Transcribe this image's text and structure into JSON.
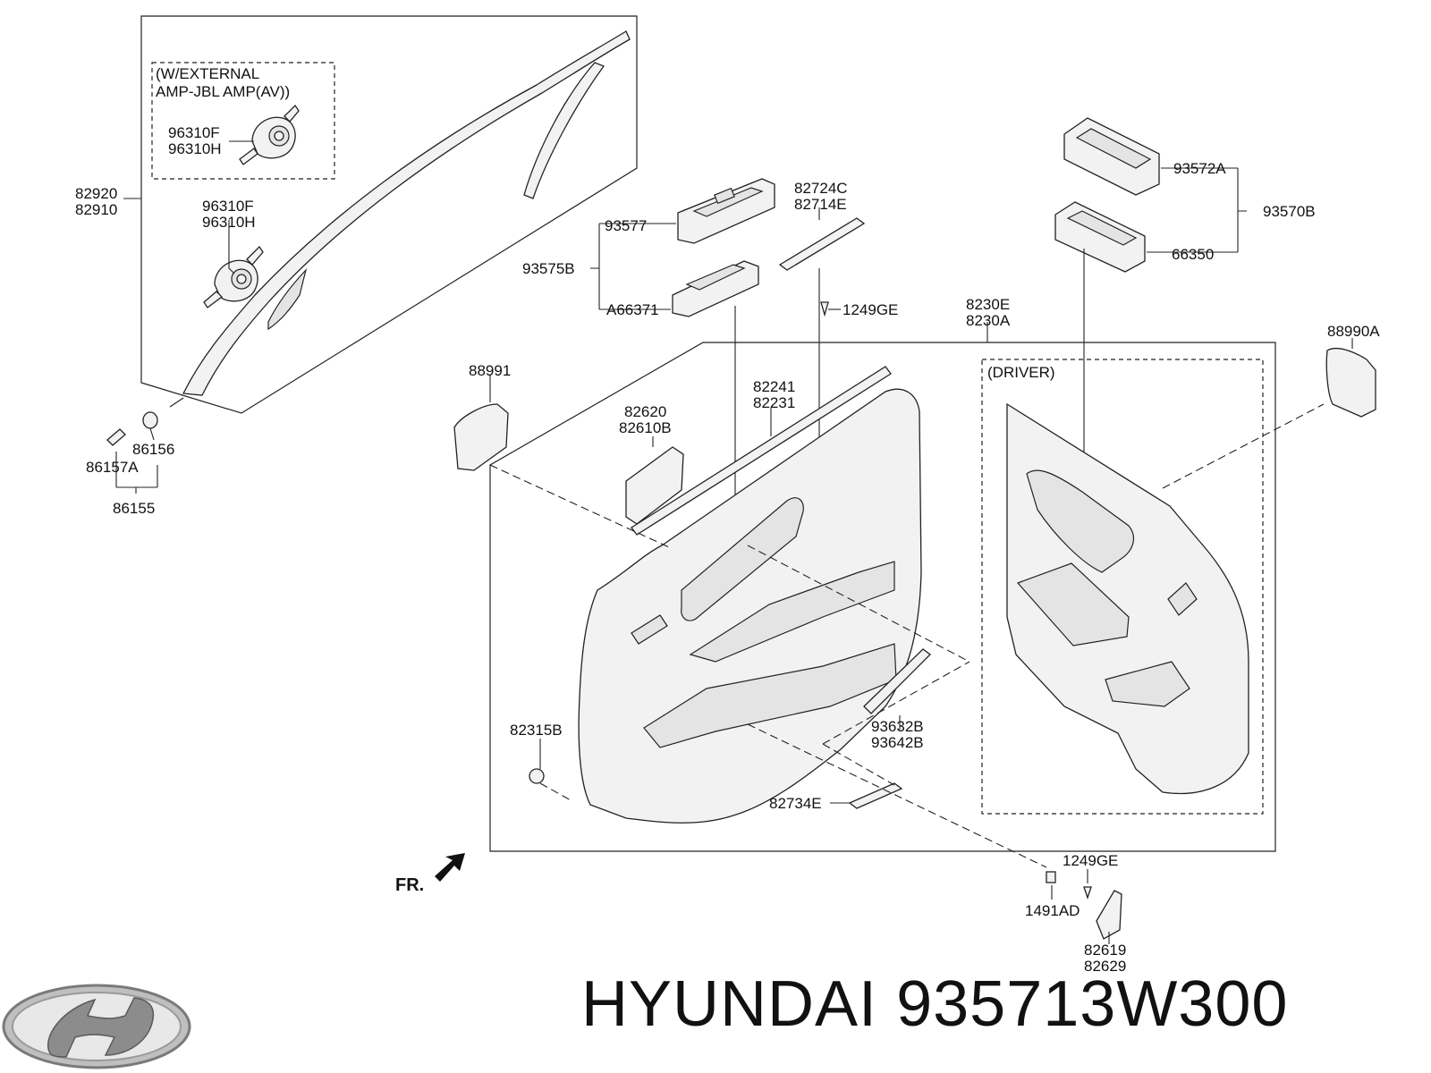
{
  "brand": {
    "name": "HYUNDAI",
    "part_number": "935713W300"
  },
  "insets": {
    "external_amp": [
      "(W/EXTERNAL",
      "AMP-JBL AMP(AV))"
    ],
    "driver": "(DRIVER)"
  },
  "direction_label": "FR.",
  "part_labels": {
    "p96310F_a": "96310F",
    "p96310H_a": "96310H",
    "p82920": "82920",
    "p82910": "82910",
    "p96310F_b": "96310F",
    "p96310H_b": "96310H",
    "p86156": "86156",
    "p86157A": "86157A",
    "p86155": "86155",
    "p93577": "93577",
    "p93575B": "93575B",
    "pA66371": "A66371",
    "p82724C": "82724C",
    "p82714E": "82714E",
    "p1249GE_a": "1249GE",
    "p93572A": "93572A",
    "p93570B": "93570B",
    "p66350": "66350",
    "p8230E": "8230E",
    "p8230A": "8230A",
    "p88990A": "88990A",
    "p88991": "88991",
    "p82241": "82241",
    "p82231": "82231",
    "p82620": "82620",
    "p82610B": "82610B",
    "p82315B": "82315B",
    "p93632B": "93632B",
    "p93642B": "93642B",
    "p82734E": "82734E",
    "p1249GE_b": "1249GE",
    "p1491AD": "1491AD",
    "p82619": "82619",
    "p82629": "82629"
  }
}
